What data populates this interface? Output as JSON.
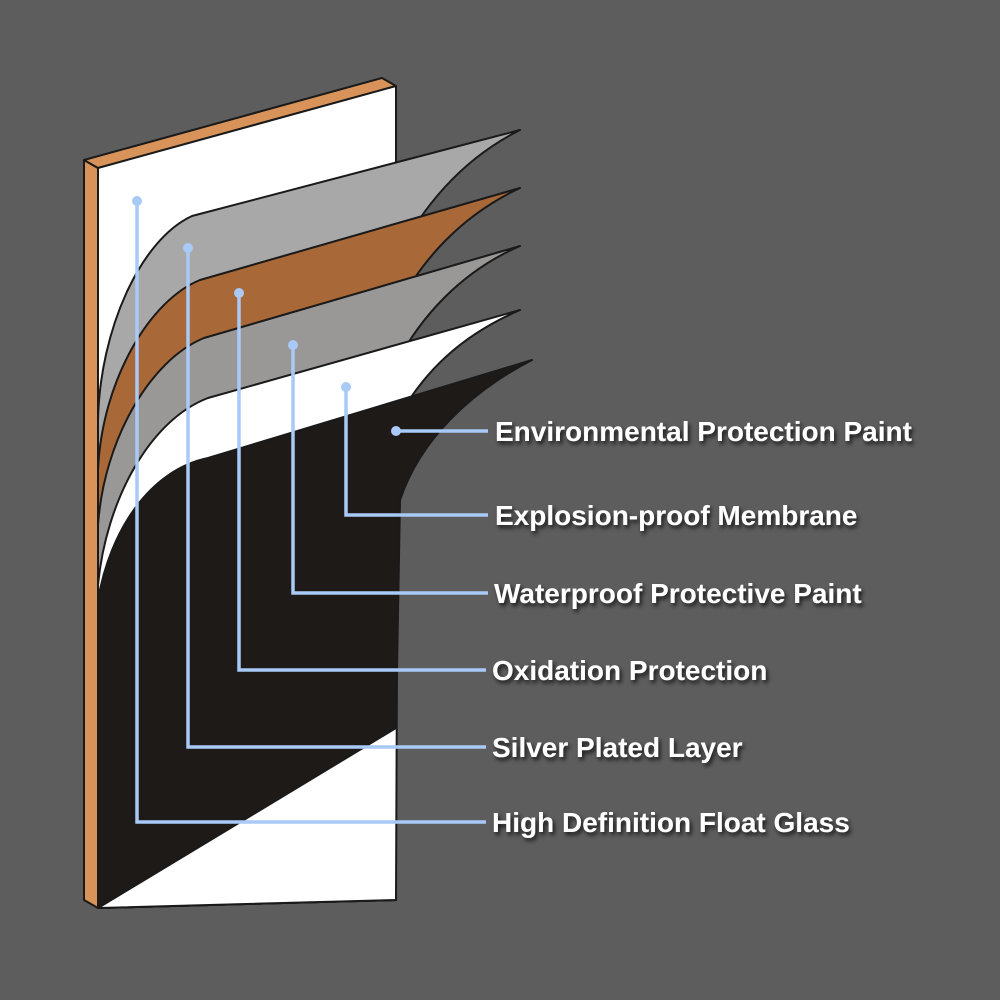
{
  "colors": {
    "background": "#5d5d5d",
    "float_glass": "#ffffff",
    "glass_edge": "#d8935a",
    "silver_plated": "#a8a8a8",
    "oxidation": "#a86838",
    "waterproof": "#9a9896",
    "membrane": "#ffffff",
    "environmental": "#1d1a18",
    "leader_line": "#a9c9f7",
    "label_text": "#ffffff"
  },
  "layers": [
    {
      "id": "environmental-protection-paint",
      "label": "Environmental Protection Paint",
      "color": "#1d1a18"
    },
    {
      "id": "explosion-proof-membrane",
      "label": "Explosion-proof Membrane",
      "color": "#ffffff"
    },
    {
      "id": "waterproof-protective-paint",
      "label": "Waterproof Protective Paint",
      "color": "#9a9896"
    },
    {
      "id": "oxidation-protection",
      "label": "Oxidation Protection",
      "color": "#a86838"
    },
    {
      "id": "silver-plated-layer",
      "label": "Silver Plated Layer",
      "color": "#a8a8a8"
    },
    {
      "id": "high-definition-float-glass",
      "label": "High Definition Float Glass",
      "color": "#ffffff"
    }
  ]
}
